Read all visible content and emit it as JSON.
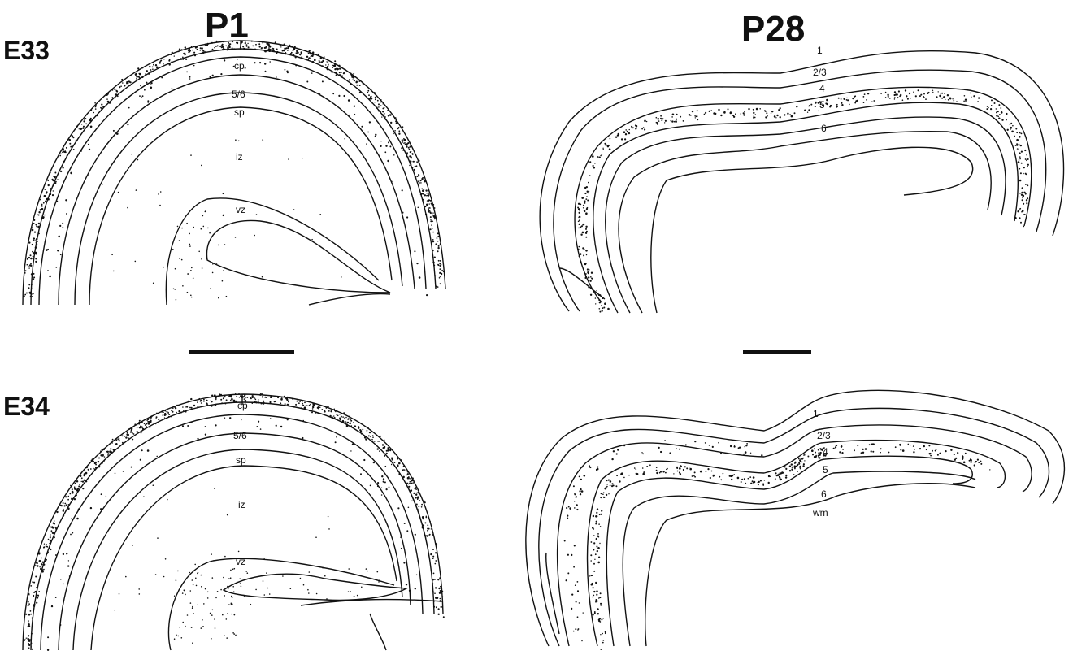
{
  "headers": {
    "left": "P1",
    "right": "P28"
  },
  "rows": {
    "top": "E33",
    "bottom": "E34"
  },
  "layers_p1": [
    "cp",
    "5/6",
    "sp",
    "iz",
    "vz"
  ],
  "layers_p28": [
    "1",
    "2/3",
    "4",
    "5",
    "6",
    "wm"
  ],
  "colors": {
    "ink": "#111111",
    "background": "#ffffff"
  }
}
